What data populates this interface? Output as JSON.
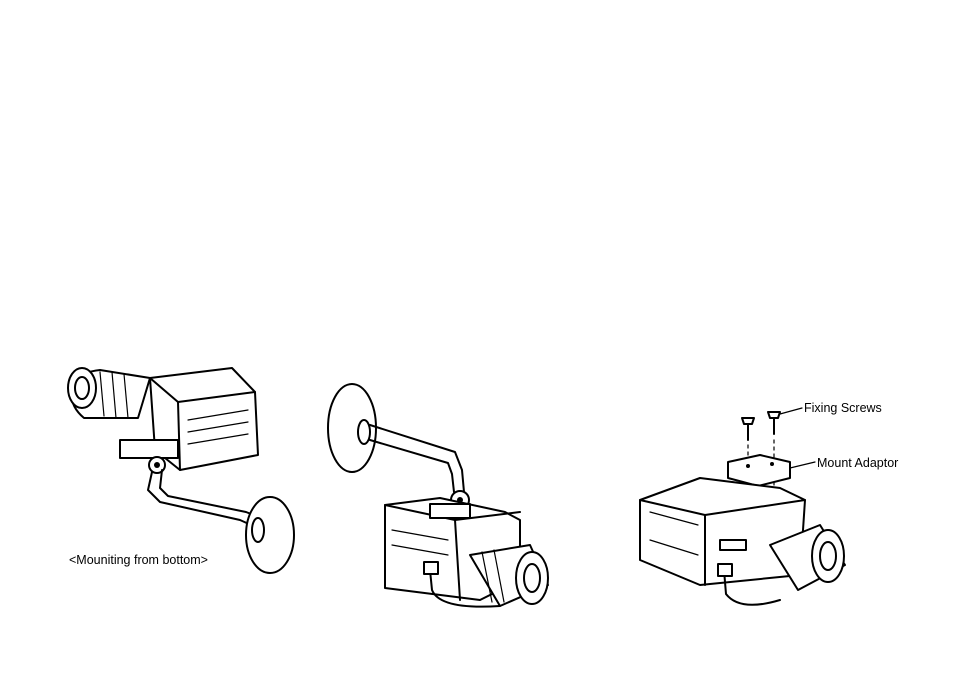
{
  "figures": {
    "bottom_mount": {
      "caption": "<Mouniting from bottom>"
    },
    "top_mount": {},
    "adaptor": {
      "label_screws": "Fixing Screws",
      "label_adaptor": "Mount Adaptor"
    }
  }
}
